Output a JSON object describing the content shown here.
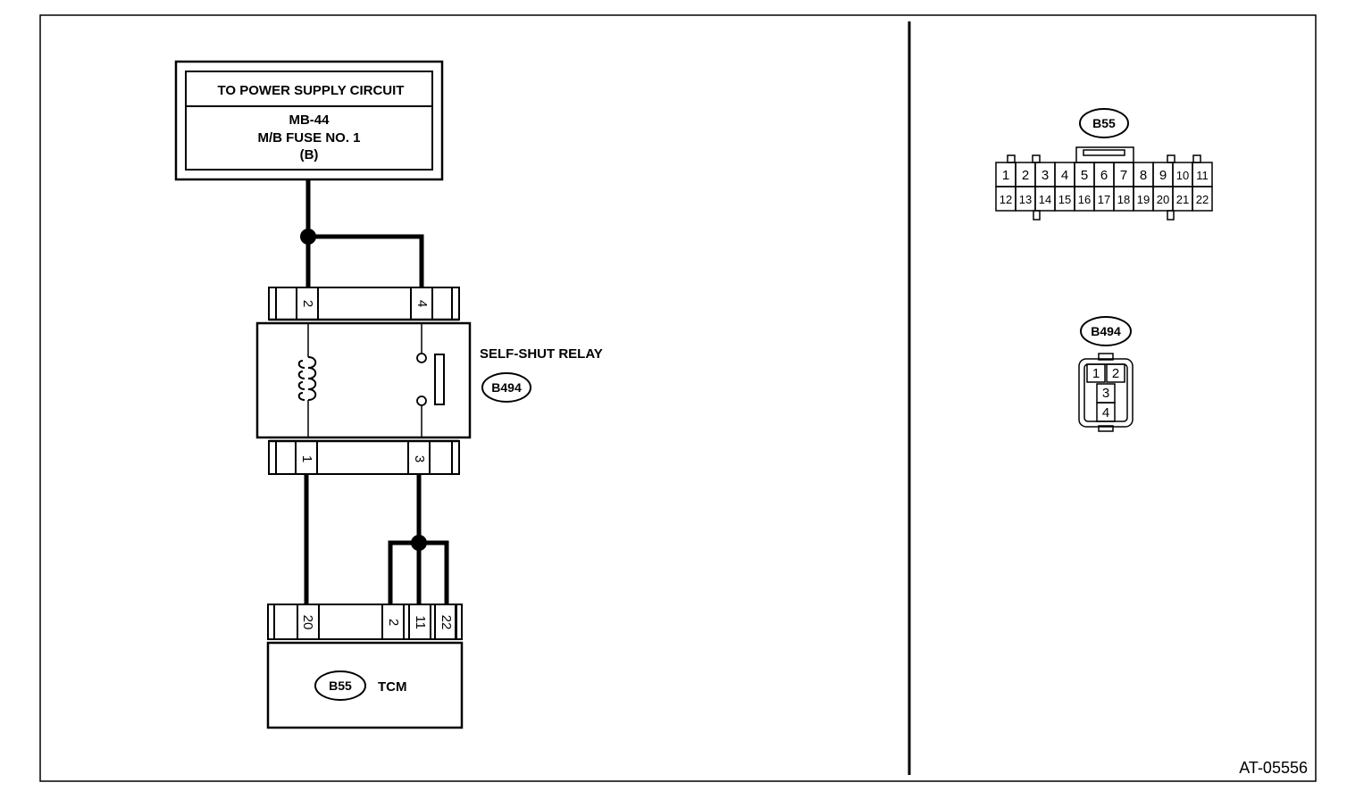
{
  "power_box": {
    "title": "TO POWER SUPPLY CIRCUIT",
    "line1": "MB-44",
    "line2": "M/B FUSE NO. 1",
    "line3": "(B)"
  },
  "relay": {
    "name": "SELF-SHUT RELAY",
    "connector": "B494",
    "top_pins": [
      "2",
      "4"
    ],
    "bottom_pins": [
      "1",
      "3"
    ]
  },
  "tcm": {
    "name": "TCM",
    "connector": "B55",
    "pins": [
      "20",
      "2",
      "11",
      "22"
    ]
  },
  "connector_views": {
    "b55": {
      "label": "B55",
      "row1": [
        "1",
        "2",
        "3",
        "4",
        "5",
        "6",
        "7",
        "8",
        "9",
        "10",
        "11"
      ],
      "row2": [
        "12",
        "13",
        "14",
        "15",
        "16",
        "17",
        "18",
        "19",
        "20",
        "21",
        "22"
      ]
    },
    "b494": {
      "label": "B494",
      "pins": [
        "1",
        "2",
        "3",
        "4"
      ]
    }
  },
  "figure_id": "AT-05556"
}
